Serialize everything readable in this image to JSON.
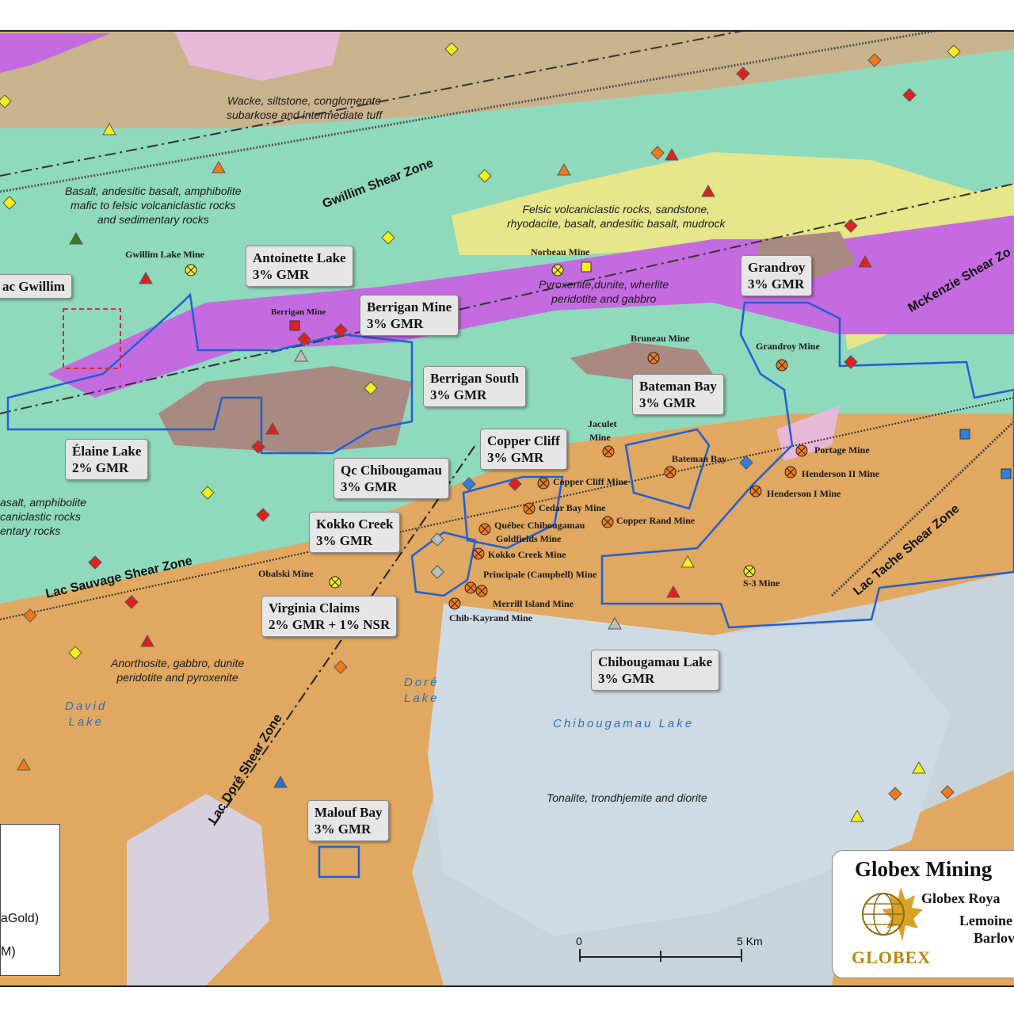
{
  "map": {
    "colors": {
      "mafic_green": "#8fd9bd",
      "sediment_tan": "#c9b38d",
      "felsic_yellow": "#e6e68a",
      "ultramafic_purple": "#c46be0",
      "gabbro_brown": "#a98a80",
      "anorthosite_orange": "#e0a860",
      "tonalite_grey": "#c9d3da",
      "pink": "#e8b8d8",
      "claim_outline": "#1f5fd6"
    },
    "geology_labels": [
      {
        "id": "wacke",
        "lines": [
          "Wacke, siltstone, conglomerate",
          "subarkose and intermediate tuff"
        ]
      },
      {
        "id": "basalt-north",
        "lines": [
          "Basalt, andesitic basalt, amphibolite",
          "mafic to felsic volcaniclastic rocks",
          "and sedimentary rocks"
        ]
      },
      {
        "id": "felsic",
        "lines": [
          "Felsic volcaniclastic rocks, sandstone,",
          "rhyodacite, basalt, andesitic basalt, mudrock"
        ]
      },
      {
        "id": "pyroxenite",
        "lines": [
          "Pyroxenite,dunite, wherlite",
          "peridotite and gabbro"
        ]
      },
      {
        "id": "basalt-west",
        "lines": [
          "asalt, amphibolite",
          "caniclastic rocks",
          "entary rocks"
        ]
      },
      {
        "id": "anorthosite",
        "lines": [
          "Anorthosite, gabbro, dunite",
          "peridotite and pyroxenite"
        ]
      },
      {
        "id": "tonalite",
        "lines": [
          "Tonalite, trondhjemite and diorite"
        ]
      }
    ],
    "shear_zones": [
      {
        "id": "gwillim",
        "text": "Gwillim Shear Zone"
      },
      {
        "id": "mckenzie",
        "text": "McKenzie Shear Zo"
      },
      {
        "id": "sauvage",
        "text": "Lac Sauvage Shear Zone"
      },
      {
        "id": "tache",
        "text": "Lac Tache Shear Zone"
      },
      {
        "id": "dore",
        "text": "Lac Doré Shear Zone"
      }
    ],
    "lakes": [
      {
        "id": "dore",
        "lines": [
          "Doré",
          "Lake"
        ]
      },
      {
        "id": "david",
        "lines": [
          "David",
          "Lake"
        ]
      },
      {
        "id": "chibougamau",
        "lines": [
          "Chibougamau Lake"
        ]
      }
    ],
    "mines": [
      {
        "id": "gwillim-lake",
        "text": "Gwillim Lake Mine"
      },
      {
        "id": "norbeau",
        "text": "Norbeau Mine"
      },
      {
        "id": "berrigan",
        "text": "Berrigan Mine"
      },
      {
        "id": "bruneau",
        "text": "Bruneau Mine"
      },
      {
        "id": "grandroy",
        "text": "Grandroy Mine"
      },
      {
        "id": "jaculet-1",
        "text": "Jaculet"
      },
      {
        "id": "jaculet-2",
        "text": "Mine"
      },
      {
        "id": "bateman-bay",
        "text": "Bateman Bay"
      },
      {
        "id": "portage",
        "text": "Portage Mine"
      },
      {
        "id": "henderson-2",
        "text": "Henderson II Mine"
      },
      {
        "id": "henderson-1",
        "text": "Henderson I Mine"
      },
      {
        "id": "copper-cliff",
        "text": "Copper Cliff Mine"
      },
      {
        "id": "cedar-bay",
        "text": "Cedar Bay Mine"
      },
      {
        "id": "copper-rand",
        "text": "Copper Rand Mine"
      },
      {
        "id": "quebec-chib",
        "text": "Québec Chibougamau"
      },
      {
        "id": "goldfields",
        "text": "Goldfields Mine"
      },
      {
        "id": "kokko-creek",
        "text": "Kokko Creek Mine"
      },
      {
        "id": "principale",
        "text": "Principale (Campbell) Mine"
      },
      {
        "id": "merrill-island",
        "text": "Merrill Island Mine"
      },
      {
        "id": "chib-kayrand",
        "text": "Chib-Kayrand Mine"
      },
      {
        "id": "obalski",
        "text": "Obalski Mine"
      },
      {
        "id": "s3",
        "text": "S-3 Mine"
      }
    ],
    "properties": [
      {
        "id": "lac-gwillim",
        "name": "ac Gwillim",
        "royalty": ""
      },
      {
        "id": "antoinette",
        "name": "Antoinette Lake",
        "royalty": "3% GMR"
      },
      {
        "id": "berrigan",
        "name": "Berrigan Mine",
        "royalty": "3% GMR"
      },
      {
        "id": "berrigan-south",
        "name": "Berrigan South",
        "royalty": "3% GMR"
      },
      {
        "id": "bateman",
        "name": "Bateman Bay",
        "royalty": "3% GMR"
      },
      {
        "id": "grandroy",
        "name": "Grandroy",
        "royalty": "3% GMR"
      },
      {
        "id": "elaine",
        "name": "Élaine Lake",
        "royalty": "2% GMR"
      },
      {
        "id": "qc-chib",
        "name": "Qc Chibougamau",
        "royalty": "3% GMR"
      },
      {
        "id": "copper-cliff",
        "name": "Copper Cliff",
        "royalty": "3% GMR"
      },
      {
        "id": "kokko",
        "name": "Kokko Creek",
        "royalty": "3% GMR"
      },
      {
        "id": "virginia",
        "name": "Virginia Claims",
        "royalty": "2% GMR + 1% NSR"
      },
      {
        "id": "chib-lake",
        "name": "Chibougamau Lake",
        "royalty": "3% GMR"
      },
      {
        "id": "malouf",
        "name": "Malouf Bay",
        "royalty": "3% GMR"
      }
    ],
    "legend": {
      "item1": "aGold)",
      "item2": "M)"
    },
    "logo": {
      "title": "Globex Mining",
      "sub1": "Globex Roya",
      "sub2": "Lemoine",
      "sub3": "Barlov",
      "word": "GLOBEX"
    },
    "scale": {
      "start": "0",
      "end": "5 Km"
    }
  }
}
